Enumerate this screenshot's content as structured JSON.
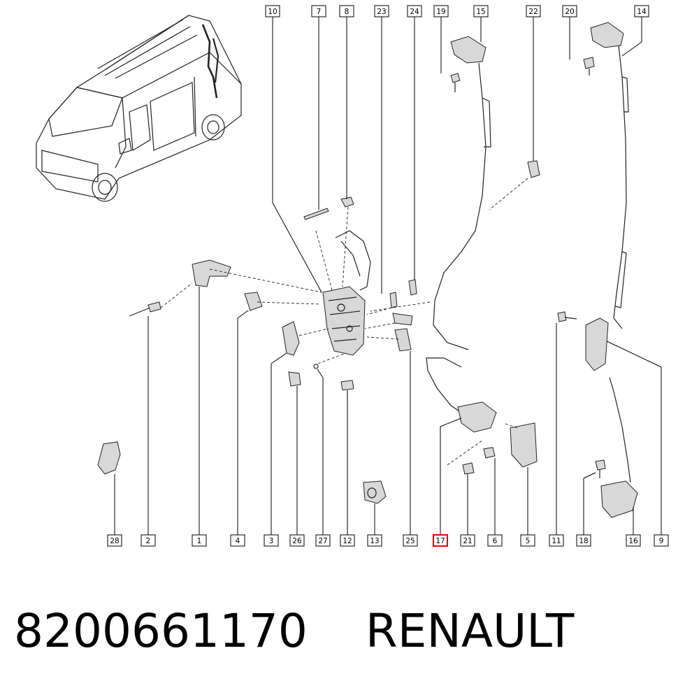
{
  "diagram": {
    "callouts_top": [
      "10",
      "7",
      "8",
      "23",
      "24",
      "19",
      "15",
      "22",
      "20",
      "14"
    ],
    "callouts_bottom": [
      "28",
      "2",
      "1",
      "4",
      "3",
      "26",
      "27",
      "12",
      "13",
      "25",
      "17",
      "21",
      "6",
      "5",
      "11",
      "18",
      "16",
      "9"
    ],
    "highlighted_callout": "17",
    "highlight_color": "#e00000"
  },
  "footer": {
    "part_number": "8200661170",
    "brand": "RENAULT"
  }
}
